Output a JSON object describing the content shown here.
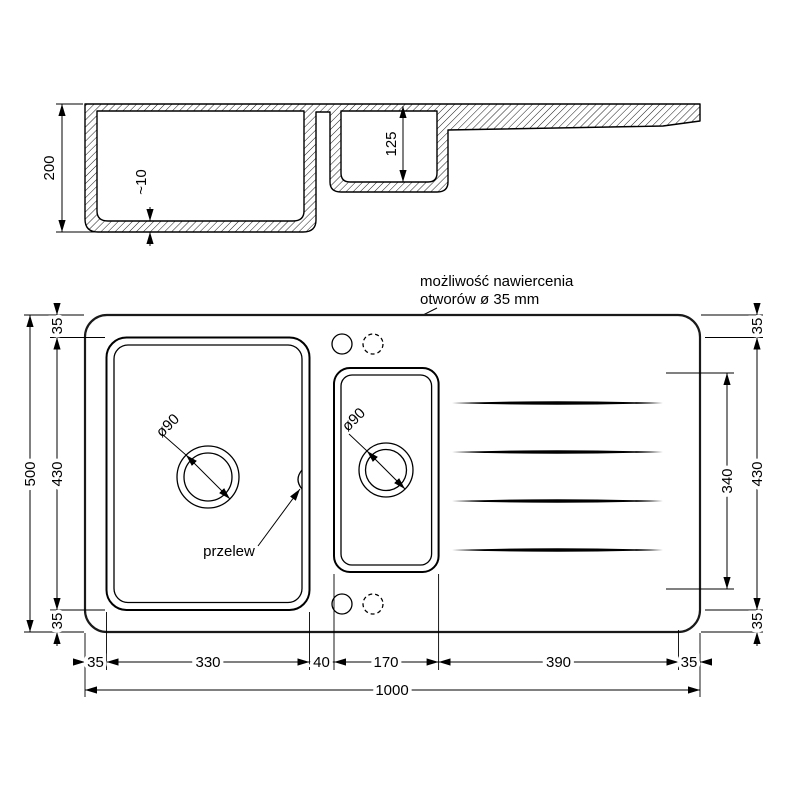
{
  "section": {
    "dim_depth_total": "200",
    "dim_bottom_thickness": "~10",
    "dim_small_bowl_depth": "125"
  },
  "plan": {
    "annotation": {
      "line1": "możliwość nawiercenia",
      "line2": "otworów ø 35 mm"
    },
    "overflow_label": "przelew",
    "drain_left_label": "ø90",
    "drain_small_label": "ø90",
    "dims": {
      "overall_width": "1000",
      "overall_depth": "500",
      "left_top_margin": "35",
      "left_bowl_depth": "430",
      "left_bottom_margin": "35",
      "right_top_margin": "35",
      "right_depth": "430",
      "right_bottom_margin": "35",
      "drainer_grooves_length": "340",
      "front_left_margin": "35",
      "left_bowl_width": "330",
      "divider_width": "40",
      "small_bowl_width": "170",
      "drainboard_width": "390",
      "front_right_margin": "35"
    }
  }
}
